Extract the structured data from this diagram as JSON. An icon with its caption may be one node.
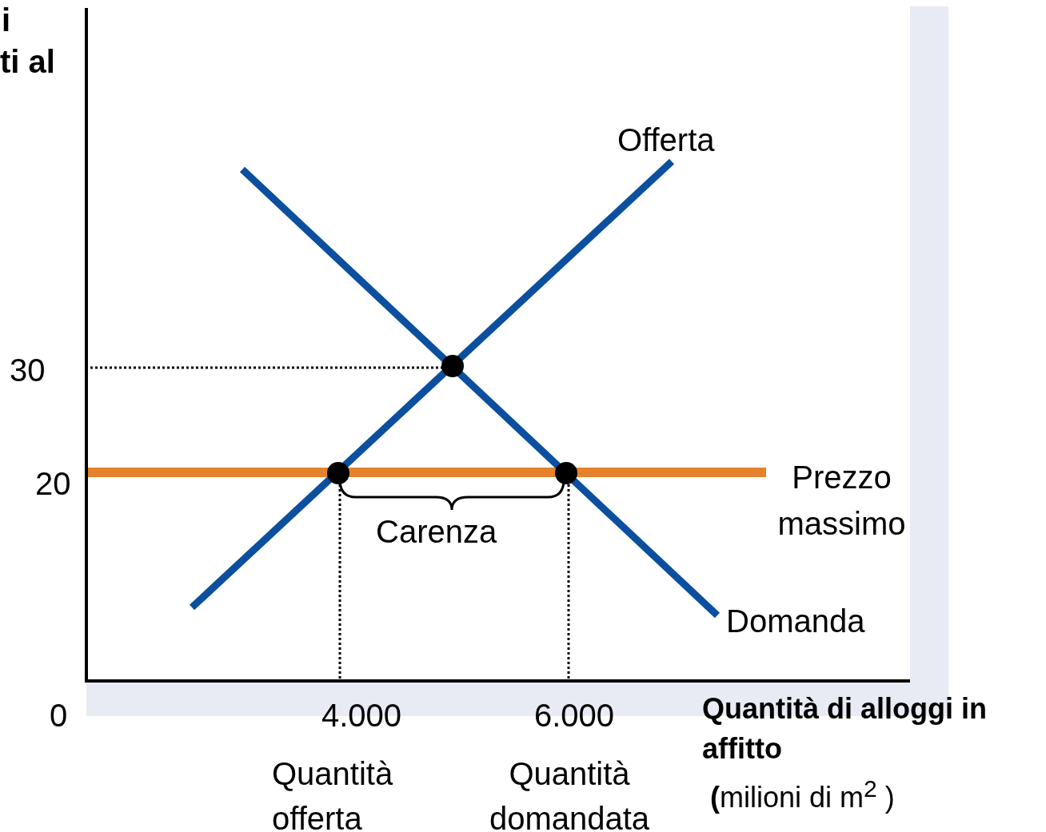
{
  "diagram": {
    "labels": [
      "i",
      "ti al",
      "Offerta",
      "30",
      "20",
      "Prezzo massimo",
      "Carenza",
      "Domanda",
      "0",
      "4.000",
      "6.000",
      "Quantità di alloggi in affitto",
      "**(**milioni di m$^{2}$ )",
      "Quantità offerta",
      "Quantità domandata"
    ]
  }
}
